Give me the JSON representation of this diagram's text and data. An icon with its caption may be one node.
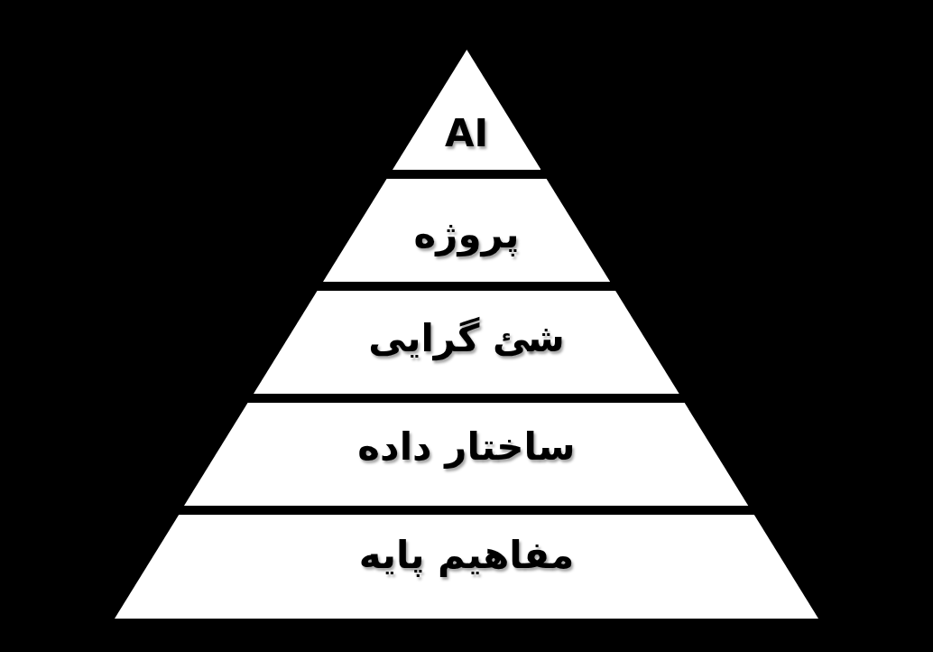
{
  "diagram": {
    "nodes": [
      {
        "text": [
          "AI"
        ]
      },
      {
        "text": [
          "پروژه"
        ]
      },
      {
        "text": [
          "شئ گرایی"
        ]
      },
      {
        "text": [
          "ساختار داده"
        ]
      },
      {
        "text": [
          "مفاهیم پایه"
        ]
      }
    ]
  }
}
